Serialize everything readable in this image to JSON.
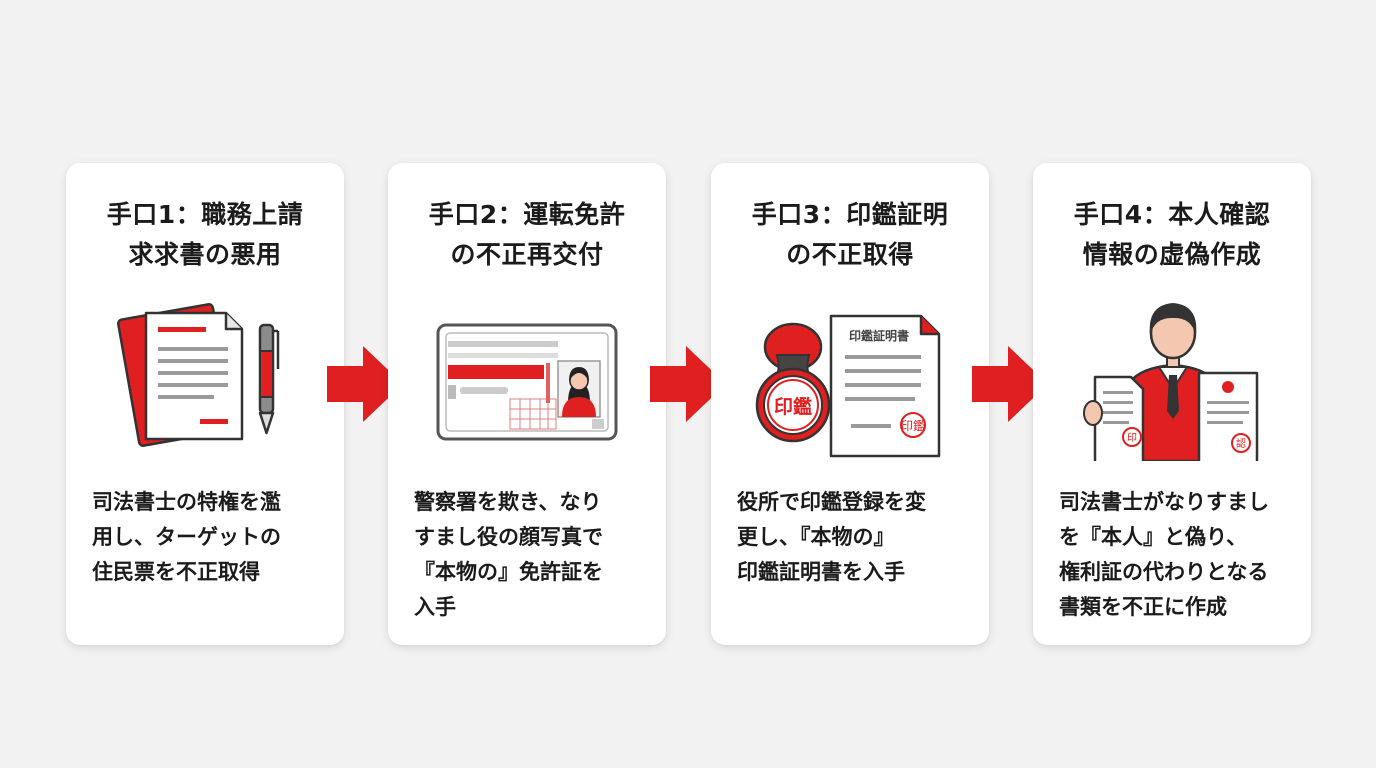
{
  "steps": [
    {
      "title": "手口1：職務上請\n求求書の悪用",
      "description": "司法書士の特権を濫\n用し、ターゲットの\n住民票を不正取得",
      "icon": "document-and-pen-icon"
    },
    {
      "title": "手口2：運転免許\nの不正再交付",
      "description": "警察署を欺き、なり\nすまし役の顔写真で\n『本物の』免許証を\n入手",
      "icon": "drivers-license-icon"
    },
    {
      "title": "手口3：印鑑証明\nの不正取得",
      "description": "役所で印鑑登録を変\n更し、『本物の』\n印鑑証明書を入手",
      "icon": "seal-certificate-icon",
      "seal_text": "印鑑",
      "stamp_text": "印鑑",
      "certificate_heading": "印鑑証明書"
    },
    {
      "title": "手口4：本人確認\n情報の虚偽作成",
      "description": "司法書士がなりすまし\nを『本人』と偽り、\n権利証の代わりとなる\n書類を不正に作成",
      "icon": "businessman-documents-icon",
      "stamp_text": "印",
      "stamp2_text": "認"
    }
  ],
  "colors": {
    "accent": "#e02020",
    "text": "#1b1b1b",
    "card": "#ffffff",
    "background": "#f2f2f2"
  }
}
